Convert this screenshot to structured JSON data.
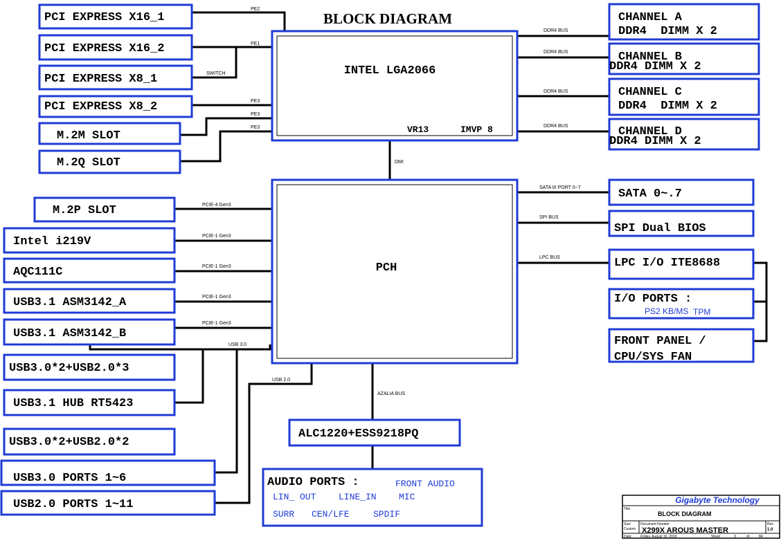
{
  "diagram": {
    "title": "BLOCK DIAGRAM",
    "cpu": {
      "label": "INTEL LGA2066",
      "vr": "VR13",
      "imvp": "IMVP 8"
    },
    "pch": {
      "label": "PCH"
    },
    "pcie": {
      "x16_1": "PCI EXPRESS X16_1",
      "x16_2": "PCI EXPRESS X16_2",
      "x8_1": "PCI EXPRESS X8_1",
      "x8_2": "PCI EXPRESS X8_2",
      "m2m": "M.2M SLOT",
      "m2q": "M.2Q SLOT"
    },
    "memory": [
      {
        "line1": "CHANNEL A",
        "line2": "DDR4  DIMM X 2"
      },
      {
        "line1": "CHANNEL B",
        "line2": "DDR4 DIMM X 2"
      },
      {
        "line1": "CHANNEL C",
        "line2": "DDR4  DIMM X 2"
      },
      {
        "line1": "CHANNEL D",
        "line2": "DDR4 DIMM X 2"
      }
    ],
    "left": {
      "m2p": "M.2P SLOT",
      "i219v": "Intel i219V",
      "aqc": "AQC111C",
      "asm_a": "USB3.1 ASM3142_A",
      "asm_b": "USB3.1 ASM3142_B",
      "usb_combo1": "USB3.0*2+USB2.0*3",
      "hub": "USB3.1 HUB RT5423",
      "usb_combo2": "USB3.0*2+USB2.0*2",
      "usb30_ports": "USB3.0 PORTS 1~6",
      "usb20_ports": "USB2.0 PORTS 1~11"
    },
    "right": {
      "sata": "SATA 0~.7",
      "spi": "SPI Dual BIOS",
      "lpc": "LPC I/O ITE8688",
      "io_ports": "I/O PORTS :",
      "io_sub1": "PS2 KB/MS",
      "io_sub2": "TPM",
      "front1": "FRONT PANEL /",
      "front2": "CPU/SYS FAN"
    },
    "audio": {
      "codec": "ALC1220+ESS9218PQ",
      "ports": "AUDIO PORTS :",
      "front": "FRONT AUDIO",
      "lin_out": "LIN_ OUT",
      "line_in": "LINE_IN",
      "mic": "MIC",
      "surr": "SURR",
      "cen": "CEN/LFE",
      "spdif": "SPDIF"
    },
    "buses": {
      "pe2": "PE2",
      "pe1": "PE1",
      "switch": "SWITCH",
      "pe3a": "PE3",
      "pe3b": "PE3",
      "pe3c": "PE3",
      "ddr_a": "DDR4 BUS",
      "ddr_b": "DDR4 BUS",
      "ddr_c": "DDR4 BUS",
      "ddr_d": "DDR4 BUS",
      "dmi": "DMI",
      "sata_bus": "SATA III PORT 0~7",
      "spi_bus": "SPI BUS",
      "lpc_bus": "LPC BUS",
      "pcie4": "PCIE-4 Gen3",
      "pcie1a": "PCIE-1 Gen3",
      "pcie1b": "PCIE-1 Gen3",
      "pcie1c": "PCIE-1 Gen3",
      "pcie1d": "PCIE-1 Gen3",
      "usb30": "USB 3.0",
      "usb20": "USB 2.0",
      "azalia": "AZALIA BUS"
    }
  },
  "title_block": {
    "company": "Gigabyte Technology",
    "title_label": "Title",
    "title": "BLOCK DIAGRAM",
    "size_label": "Size",
    "size": "Custom",
    "doc_label": "Document Number",
    "doc": "X299X AROUS MASTER",
    "rev_label": "Rev",
    "rev": "1.0",
    "date_label": "Date:",
    "date": "Friday, August 16, 2019",
    "sheet_label": "Sheet",
    "sheet": "3",
    "of_label": "of",
    "of": "84"
  }
}
